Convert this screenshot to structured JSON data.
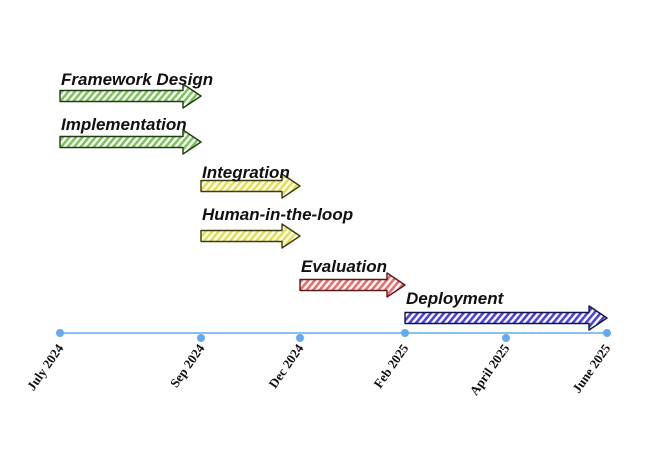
{
  "timeline": {
    "axis_color": "#64aaf0",
    "dates": [
      {
        "label": "July 2024"
      },
      {
        "label": "Sep 2024"
      },
      {
        "label": "Dec 2024"
      },
      {
        "label": "Feb 2025"
      },
      {
        "label": "April 2025"
      },
      {
        "label": "June 2025"
      }
    ]
  },
  "tasks": [
    {
      "label": "Framework Design",
      "start": "July 2024",
      "end": "Sep 2024",
      "fill": "#7cc35a",
      "stroke": "#1f3d12"
    },
    {
      "label": "Implementation",
      "start": "July 2024",
      "end": "Sep 2024",
      "fill": "#7cc35a",
      "stroke": "#1f3d12"
    },
    {
      "label": "Integration",
      "start": "Sep 2024",
      "end": "Dec 2024",
      "fill": "#e6df4c",
      "stroke": "#3d3a10"
    },
    {
      "label": "Human-in-the-loop",
      "start": "Sep 2024",
      "end": "Dec 2024",
      "fill": "#e6df4c",
      "stroke": "#3d3a10"
    },
    {
      "label": "Evaluation",
      "start": "Dec 2024",
      "end": "Feb 2025",
      "fill": "#f06a6a",
      "stroke": "#5a1a1a"
    },
    {
      "label": "Deployment",
      "start": "Feb 2025",
      "end": "June 2025",
      "fill": "#4b43e0",
      "stroke": "#14114a"
    }
  ]
}
